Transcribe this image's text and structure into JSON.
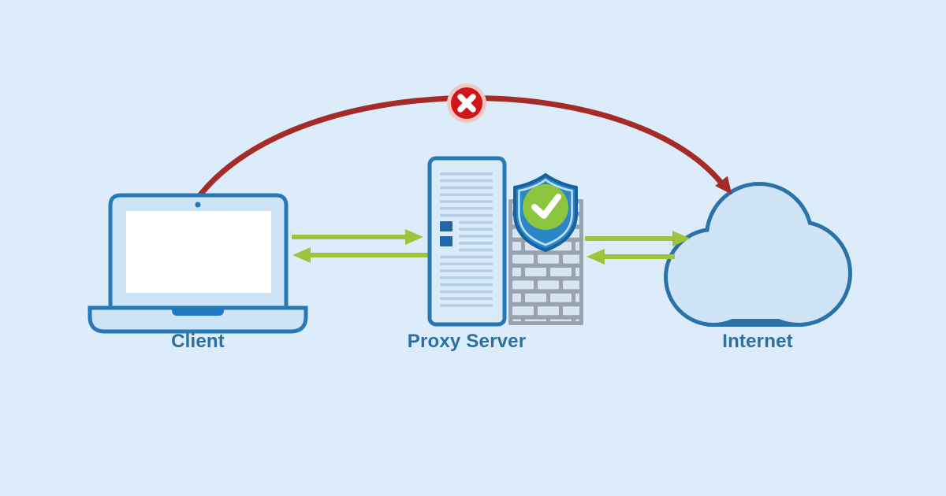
{
  "colors": {
    "bg": "#dcecfa",
    "blue-border": "#2778b7",
    "panel-fill": "#cde4f6",
    "screen-white": "#ffffff",
    "notch-blue": "#1f78c0",
    "server-fill": "#d9eaf8",
    "server-line": "#b5cee5",
    "server-accent": "#2366ac",
    "wall-gray": "#99a3ad",
    "brick-fill": "#d8e4ef",
    "shield-fill": "#2b86c8",
    "shield-border": "#16619f",
    "shield-inner": "#bfe0f4",
    "check-green": "#8cc63e",
    "arrow-green": "#9fc43c",
    "arc-red": "#a42b28",
    "badge-red": "#d01616",
    "badge-halo": "#f2c6c6",
    "cloud-fill": "#cfe4f7",
    "cloud-border": "#2b72a8",
    "label-blue": "#2d6f9f"
  },
  "diagram": {
    "type": "network-flow",
    "nodes": [
      {
        "id": "client",
        "label": "Client",
        "icon": "laptop-icon"
      },
      {
        "id": "proxy",
        "label": "Proxy Server",
        "icon": "server-icon",
        "extras": [
          "firewall-icon",
          "shield-check-icon"
        ]
      },
      {
        "id": "internet",
        "label": "Internet",
        "icon": "cloud-icon"
      }
    ],
    "edges": [
      {
        "from": "client",
        "to": "proxy",
        "direction": "both",
        "style": "green-arrow",
        "status": "allowed"
      },
      {
        "from": "proxy",
        "to": "internet",
        "direction": "both",
        "style": "green-arrow",
        "status": "allowed"
      },
      {
        "from": "client",
        "to": "internet",
        "direction": "forward",
        "style": "red-arc",
        "status": "blocked",
        "icon": "blocked-x-icon"
      }
    ]
  }
}
